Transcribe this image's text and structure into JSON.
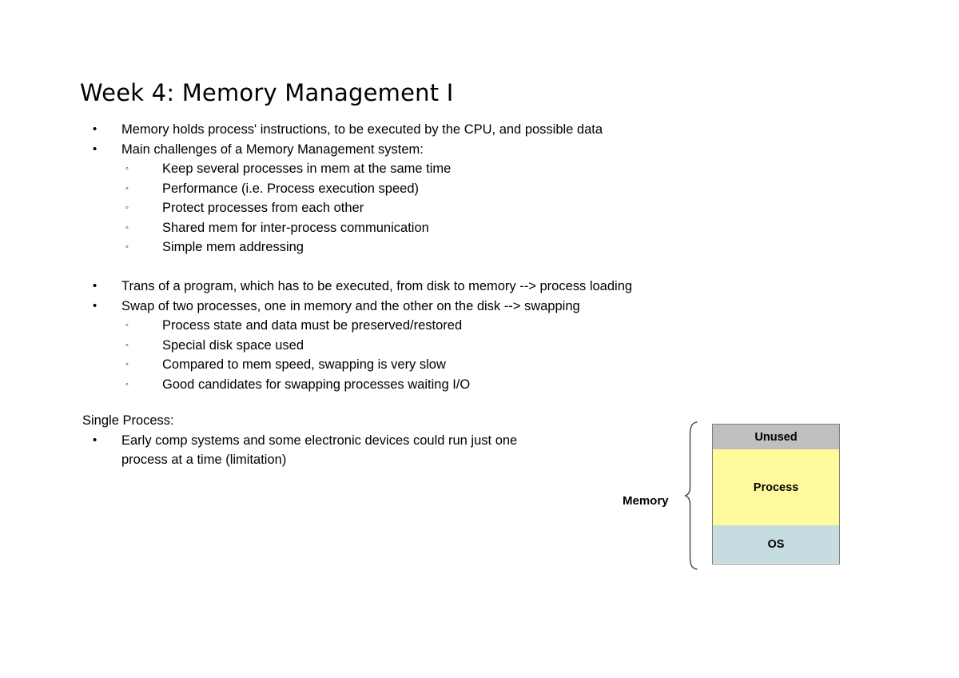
{
  "slide": {
    "title": "Week 4: Memory Management I",
    "outline": [
      {
        "level": 1,
        "text": "Memory holds process' instructions, to be executed by the CPU, and possible data"
      },
      {
        "level": 1,
        "text": "Main challenges of a Memory Management system:"
      },
      {
        "level": 2,
        "text": "Keep several processes in mem at the same time"
      },
      {
        "level": 2,
        "text": "Performance (i.e. Process execution speed)"
      },
      {
        "level": 2,
        "text": "Protect processes from each other"
      },
      {
        "level": 2,
        "text": "Shared mem for inter-process communication"
      },
      {
        "level": 2,
        "text": "Simple mem addressing"
      },
      {
        "level": 1,
        "text": "Trans of a program, which has to be executed, from disk to memory --> process loading"
      },
      {
        "level": 1,
        "text": "Swap of two processes, one in memory and the other on the disk --> swapping"
      },
      {
        "level": 2,
        "text": "Process state and data must be preserved/restored"
      },
      {
        "level": 2,
        "text": "Special disk space used"
      },
      {
        "level": 2,
        "text": "Compared to mem speed, swapping is very slow"
      },
      {
        "level": 2,
        "text": "Good candidates for swapping processes waiting I/O"
      },
      {
        "level": 0,
        "text": "Single Process:"
      },
      {
        "level": 1,
        "text": "Early comp systems and some electronic devices could run just one",
        "text2": "process at a time (limitation)"
      }
    ],
    "bullet_marker_level1": "•",
    "bullet_marker_level2": "◦"
  },
  "diagram": {
    "label": "Memory",
    "segments": [
      {
        "name": "Unused",
        "color": "#bfbfbf"
      },
      {
        "name": "Process",
        "color": "#fffb9d"
      },
      {
        "name": "OS",
        "color": "#c5dde0"
      }
    ],
    "border_color": "#808080",
    "brace_color": "#595959"
  }
}
